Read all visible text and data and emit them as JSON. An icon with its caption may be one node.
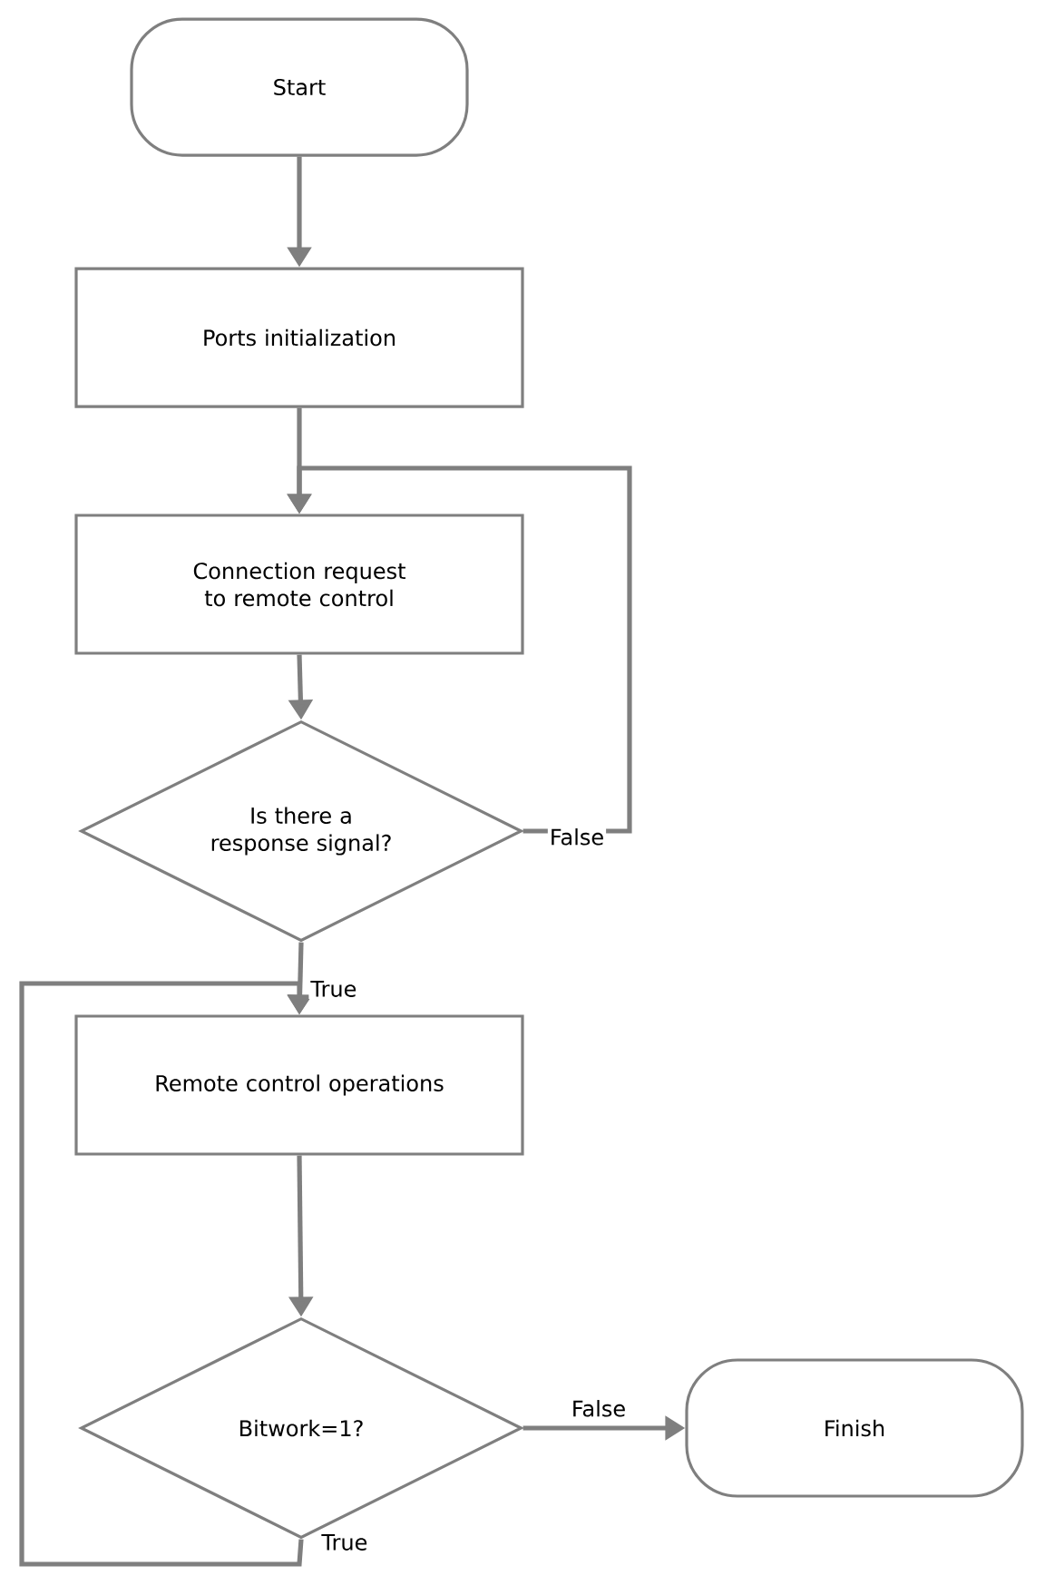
{
  "diagram": {
    "nodes": [
      {
        "text": [
          "Start"
        ]
      },
      {
        "text": [
          "Ports initialization"
        ]
      },
      {
        "text": [
          "Connection request to remote control"
        ]
      },
      {
        "text": [
          "Is there a response signal?"
        ]
      },
      {
        "text": [
          "Remote control operations"
        ]
      },
      {
        "text": [
          "Bitwork=1?"
        ]
      },
      {
        "text": [
          "Finish"
        ]
      }
    ],
    "edges": [
      {
        "from": 0,
        "to": 1,
        "arrow": "to"
      },
      {
        "from": 1,
        "to": 2,
        "arrow": "to"
      },
      {
        "from": 2,
        "to": 3,
        "arrow": "to"
      },
      {
        "from": 3,
        "to": 2,
        "arrow": "to",
        "label": "False"
      },
      {
        "from": 3,
        "to": 4,
        "arrow": "to",
        "label": "True"
      },
      {
        "from": 4,
        "to": 5,
        "arrow": "to"
      },
      {
        "from": 5,
        "to": 6,
        "arrow": "to",
        "label": "False"
      },
      {
        "from": 5,
        "to": 4,
        "arrow": "to",
        "label": "True"
      }
    ]
  }
}
